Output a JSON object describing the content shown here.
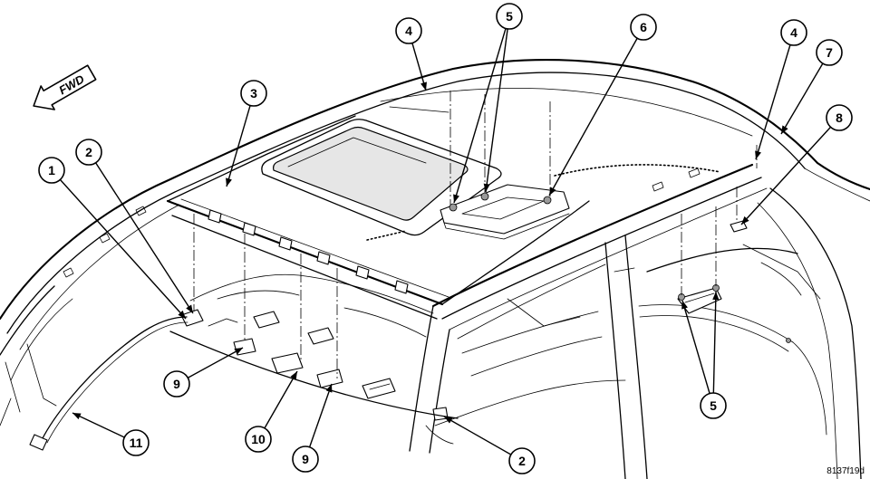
{
  "figure": {
    "id": "8137f19d",
    "direction_label": "FWD"
  },
  "callouts": [
    "1",
    "2",
    "3",
    "4",
    "5",
    "6",
    "4",
    "7",
    "8",
    "9",
    "10",
    "9",
    "5",
    "2",
    "11"
  ],
  "colors": {
    "line": "#000000",
    "background": "#ffffff"
  }
}
